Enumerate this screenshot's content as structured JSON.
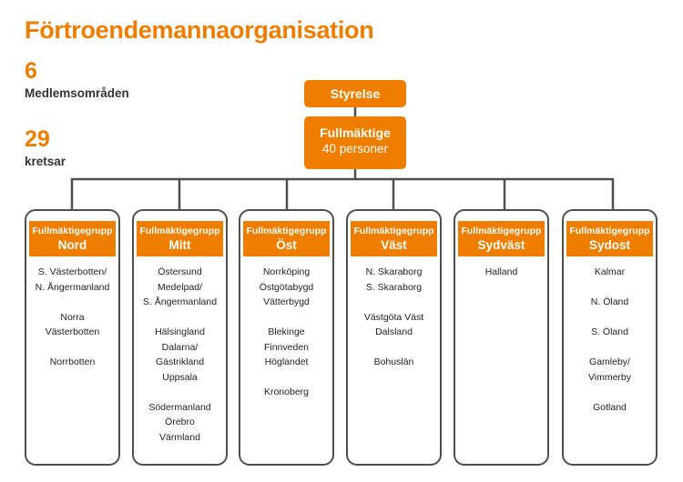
{
  "title": "Förtroendemannaorganisation",
  "stats": [
    {
      "number": "6",
      "label": "Medlemsområden"
    },
    {
      "number": "29",
      "label": "kretsar"
    }
  ],
  "styrelse": "Styrelse",
  "fullmaktige": {
    "title": "Fullmäktige",
    "subtitle": "40 personer"
  },
  "groups": [
    {
      "header": "Fullmäktigegrupp",
      "name": "Nord",
      "lines": [
        "S. Västerbotten/",
        "N. Ångermanland",
        "",
        "Norra",
        "Västerbotten",
        "",
        "Norrbotten"
      ]
    },
    {
      "header": "Fullmäktigegrupp",
      "name": "Mitt",
      "lines": [
        "Östersund",
        "Medelpad/",
        "S. Ångermanland",
        "",
        "Hälsingland",
        "Dalarna/",
        "Gästrikland",
        "Uppsala",
        "",
        "Södermanland",
        "Örebro",
        "Värmland"
      ]
    },
    {
      "header": "Fullmäktigegrupp",
      "name": "Öst",
      "lines": [
        "Norrköping",
        "Östgötabygd",
        "Vätterbygd",
        "",
        "Blekinge",
        "Finnveden",
        "Höglandet",
        "",
        "Kronoberg"
      ]
    },
    {
      "header": "Fullmäktigegrupp",
      "name": "Väst",
      "lines": [
        "N. Skaraborg",
        "S. Skaraborg",
        "",
        "Västgöta Väst",
        "Dalsland",
        "",
        "Bohuslän"
      ]
    },
    {
      "header": "Fullmäktigegrupp",
      "name": "Sydväst",
      "lines": [
        "Halland"
      ]
    },
    {
      "header": "Fullmäktigegrupp",
      "name": "Sydost",
      "lines": [
        "Kalmar",
        "",
        "N. Öland",
        "",
        "S. Öland",
        "",
        "Gamleby/",
        "Vimmerby",
        "",
        "Gotland"
      ]
    }
  ]
}
